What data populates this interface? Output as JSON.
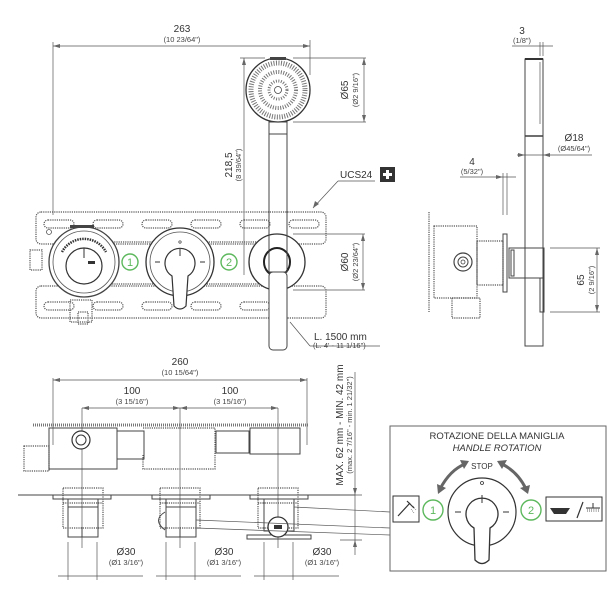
{
  "front_view": {
    "width_dim": {
      "value": "263",
      "inch": "(10 23/64\")"
    },
    "shower_head_dim": {
      "value": "Ø65",
      "inch": "(Ø2 9/16\")"
    },
    "height_dim": {
      "value": "218,5",
      "inch": "(8 39/64\")"
    },
    "flange_dim": {
      "value": "Ø60",
      "inch": "(Ø2 23/64\")"
    },
    "hose_length": {
      "value": "L. 1500 mm",
      "inch": "(L. 4' - 11 1/16\")"
    },
    "callout_label": "UCS24",
    "callout_icon": "plus-icon",
    "position_1": "1",
    "position_2": "2"
  },
  "side_view": {
    "top_dim": {
      "value": "3",
      "inch": "(1/8\")"
    },
    "bar_dim": {
      "value": "Ø18",
      "inch": "(Ø45/64\")"
    },
    "plate_dim": {
      "value": "4",
      "inch": "(5/32\")"
    },
    "holder_dim": {
      "value": "65",
      "inch": "(2 9/16\")"
    }
  },
  "plan_view": {
    "overall_dim": {
      "value": "260",
      "inch": "(10 15/64\")"
    },
    "spacing_1": {
      "value": "100",
      "inch": "(3 15/16\")"
    },
    "spacing_2": {
      "value": "100",
      "inch": "(3 15/16\")"
    },
    "depth_dim": {
      "value": "MAX. 62 mm - MIN. 42 mm",
      "inch": "(max. 2 7/16\" - min. 1 21/32\")"
    },
    "diameters": [
      {
        "value": "Ø30",
        "inch": "(Ø1 3/16\")"
      },
      {
        "value": "Ø30",
        "inch": "(Ø1 3/16\")"
      },
      {
        "value": "Ø30",
        "inch": "(Ø1 3/16\")"
      }
    ]
  },
  "rotation_box": {
    "title": "ROTAZIONE DELLA MANIGLIA",
    "subtitle": "HANDLE ROTATION",
    "stop_label": "STOP",
    "position_1": "1",
    "position_2": "2",
    "icon_left": "hand-shower-icon",
    "icon_right": "bathtub-overhead-shower-icon",
    "accent_color": "#5cb85c"
  }
}
